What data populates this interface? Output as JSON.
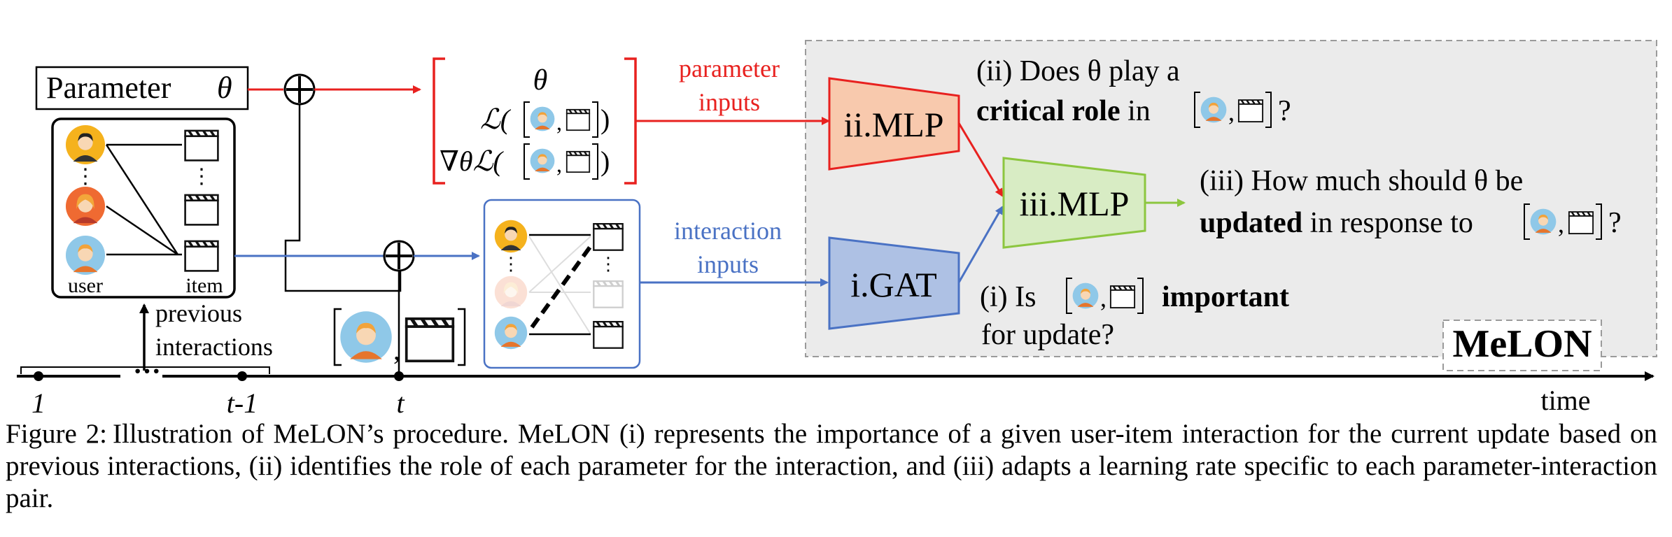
{
  "colors": {
    "red": "#e8211f",
    "blue": "#4a72c4",
    "green": "#8cc63f",
    "mlp_red_fill": "#f8c9ad",
    "mlp_green_fill": "#d8ecc4",
    "gat_fill": "#aec1e4",
    "panel_fill": "#ebebeb",
    "panel_border": "#9a9a9a"
  },
  "diagram": {
    "parameter_label": "Parameter",
    "theta": "θ",
    "plus": "+",
    "user_label": "user",
    "item_label": "item",
    "vertical_dots": "⋮",
    "previous_interactions": [
      "previous",
      "interactions"
    ],
    "timeline": {
      "tick_1": "1",
      "ellipsis": "···",
      "tick_t1": "t-1",
      "tick_t": "t",
      "time_label": "time"
    },
    "param_vector": {
      "row1": "θ",
      "row2_prefix": "ℒ(",
      "row3_prefix": "∇θℒ(",
      "row_suffix": ")",
      "comma": ","
    },
    "parameter_inputs": [
      "parameter",
      "inputs"
    ],
    "interaction_inputs": [
      "interaction",
      "inputs"
    ],
    "mlp_ii": "ii.MLP",
    "mlp_iii": "iii.MLP",
    "gat_i": "i.GAT",
    "q_ii": {
      "line1": "(ii) Does θ play a",
      "line2_bold": "critical role",
      "line2_rest": " in",
      "line2_end": "?"
    },
    "q_iii": {
      "line1": "(iii) How much should θ be",
      "line2_bold": "updated",
      "line2_rest": " in response to",
      "line2_end": "?"
    },
    "q_i": {
      "line1_pre": "(i) Is",
      "line1_bold": "important",
      "line2": "for update?"
    },
    "melon_label": "MeLON",
    "comma": ","
  },
  "caption": {
    "label": "Figure 2:",
    "text": "Illustration of MeLON’s procedure. MeLON (i) represents the importance of a given user-item interaction for the current update based on previous interactions, (ii) identifies the role of each parameter for the interaction, and (iii) adapts a learning rate specific to each parameter-interaction pair."
  }
}
